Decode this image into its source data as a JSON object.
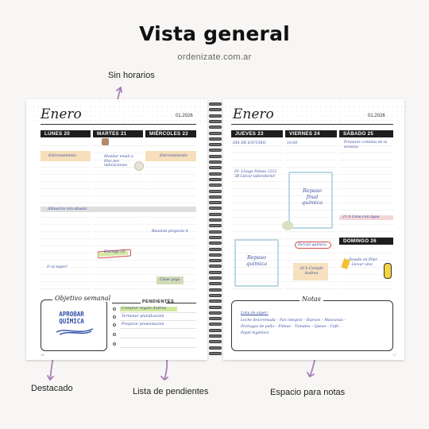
{
  "header": {
    "title": "Vista general",
    "subtitle": "ordenizate.com.ar"
  },
  "callouts": {
    "sin_horarios": "Sin horarios",
    "destacado": "Destacado",
    "lista_pendientes": "Lista de pendientes",
    "espacio_notas": "Espacio para notas"
  },
  "left_page": {
    "month": "Enero",
    "date": "01.2026",
    "days": [
      "LUNES 20",
      "MARTES 21",
      "MIÉRCOLES 22"
    ],
    "entries": {
      "lunes_tape": "Entrenamiento",
      "martes_note": "Mandar email a Flor por indicaciones",
      "miercoles_tape": "Entrenamiento",
      "lunes_mid": "Almuerzo con abuela",
      "martes_mid": "Entrega TP",
      "miercoles_mid": "Reunión proyecto 4",
      "lunes_low": "Ir al super!",
      "miercoles_low": "Clase yoga"
    },
    "objetivo": {
      "title": "Objetivo semanal",
      "text": "APROBAR QUÍMICA"
    },
    "pendientes": {
      "title": "PENDIENTES",
      "items": [
        "Comprar regalo Andrea",
        "Terminar planificación",
        "Preparar presentación",
        "",
        ""
      ]
    },
    "page_number": "16"
  },
  "right_page": {
    "month": "Enero",
    "date": "01.2026",
    "days": [
      "JUEVES 23",
      "VIERNES 24",
      "SÁBADO 25",
      "DOMINGO 26"
    ],
    "entries": {
      "jueves_top": "DÍA DE ESTUDIO",
      "jueves_mid": "Dr. Lizaga Falsau 1222 3B Llevar laboratorio!",
      "jueves_box": "Repaso química",
      "viernes_top": "10:00",
      "viernes_box": "Repaso final química",
      "viernes_tag": "Parcial química",
      "viernes_low": "20 h Cumple Andrea",
      "sabado_top": "Preparar comidas de la semana",
      "sabado_mid": "21 h Cena con Agus",
      "domingo_note": "Pasado en Pilar – Llevar vino"
    },
    "notas": {
      "title": "Notas",
      "heading": "Lista de súper:",
      "lines": [
        "Leche descremada – Pan integral – Huevos – Manzanas –",
        "Pechugas de pollo – Fideos – Tomates – Queso – Café –",
        "Papel higiénico"
      ]
    },
    "page_number": "17"
  }
}
